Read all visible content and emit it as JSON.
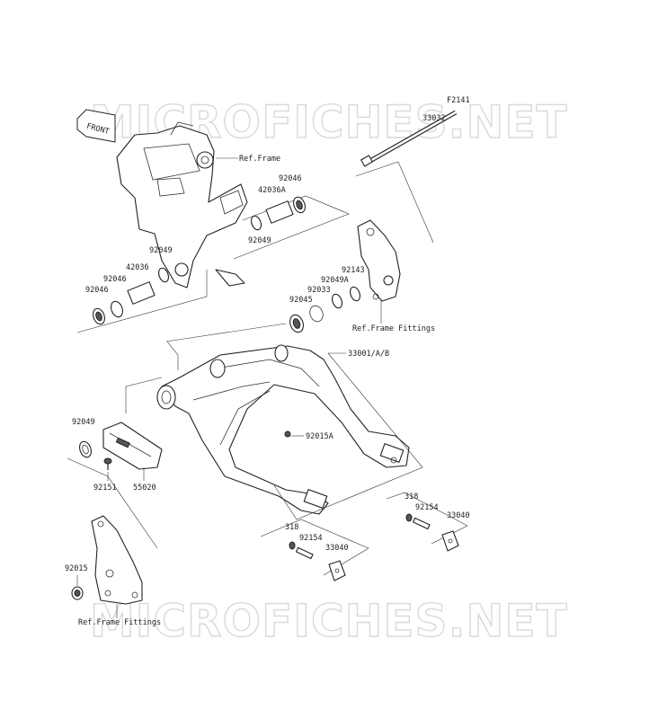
{
  "watermark": "MICROFICHES.NET",
  "front_arrow": "FRONT",
  "labels": {
    "f2141": "F2141",
    "p33032": "33032",
    "ref_frame": "Ref.Frame",
    "p92046_a": "92046",
    "p42036a": "42036A",
    "p92049_a": "92049",
    "p92049_b": "92049",
    "p42036": "42036",
    "p92046_b": "92046",
    "p92046_c": "92046",
    "p92143": "92143",
    "p92049a": "92049A",
    "p92033": "92033",
    "p92045": "92045",
    "ref_frame_fittings_a": "Ref.Frame Fittings",
    "p33001": "33001/A/B",
    "p92049_c": "92049",
    "p92015a": "92015A",
    "p92151": "92151",
    "p55020": "55020",
    "p318_a": "318",
    "p92154_a": "92154",
    "p33040_a": "33040",
    "p318_b": "318",
    "p92154_b": "92154",
    "p33040_b": "33040",
    "p92015": "92015",
    "ref_frame_fittings_b": "Ref.Frame Fittings"
  }
}
